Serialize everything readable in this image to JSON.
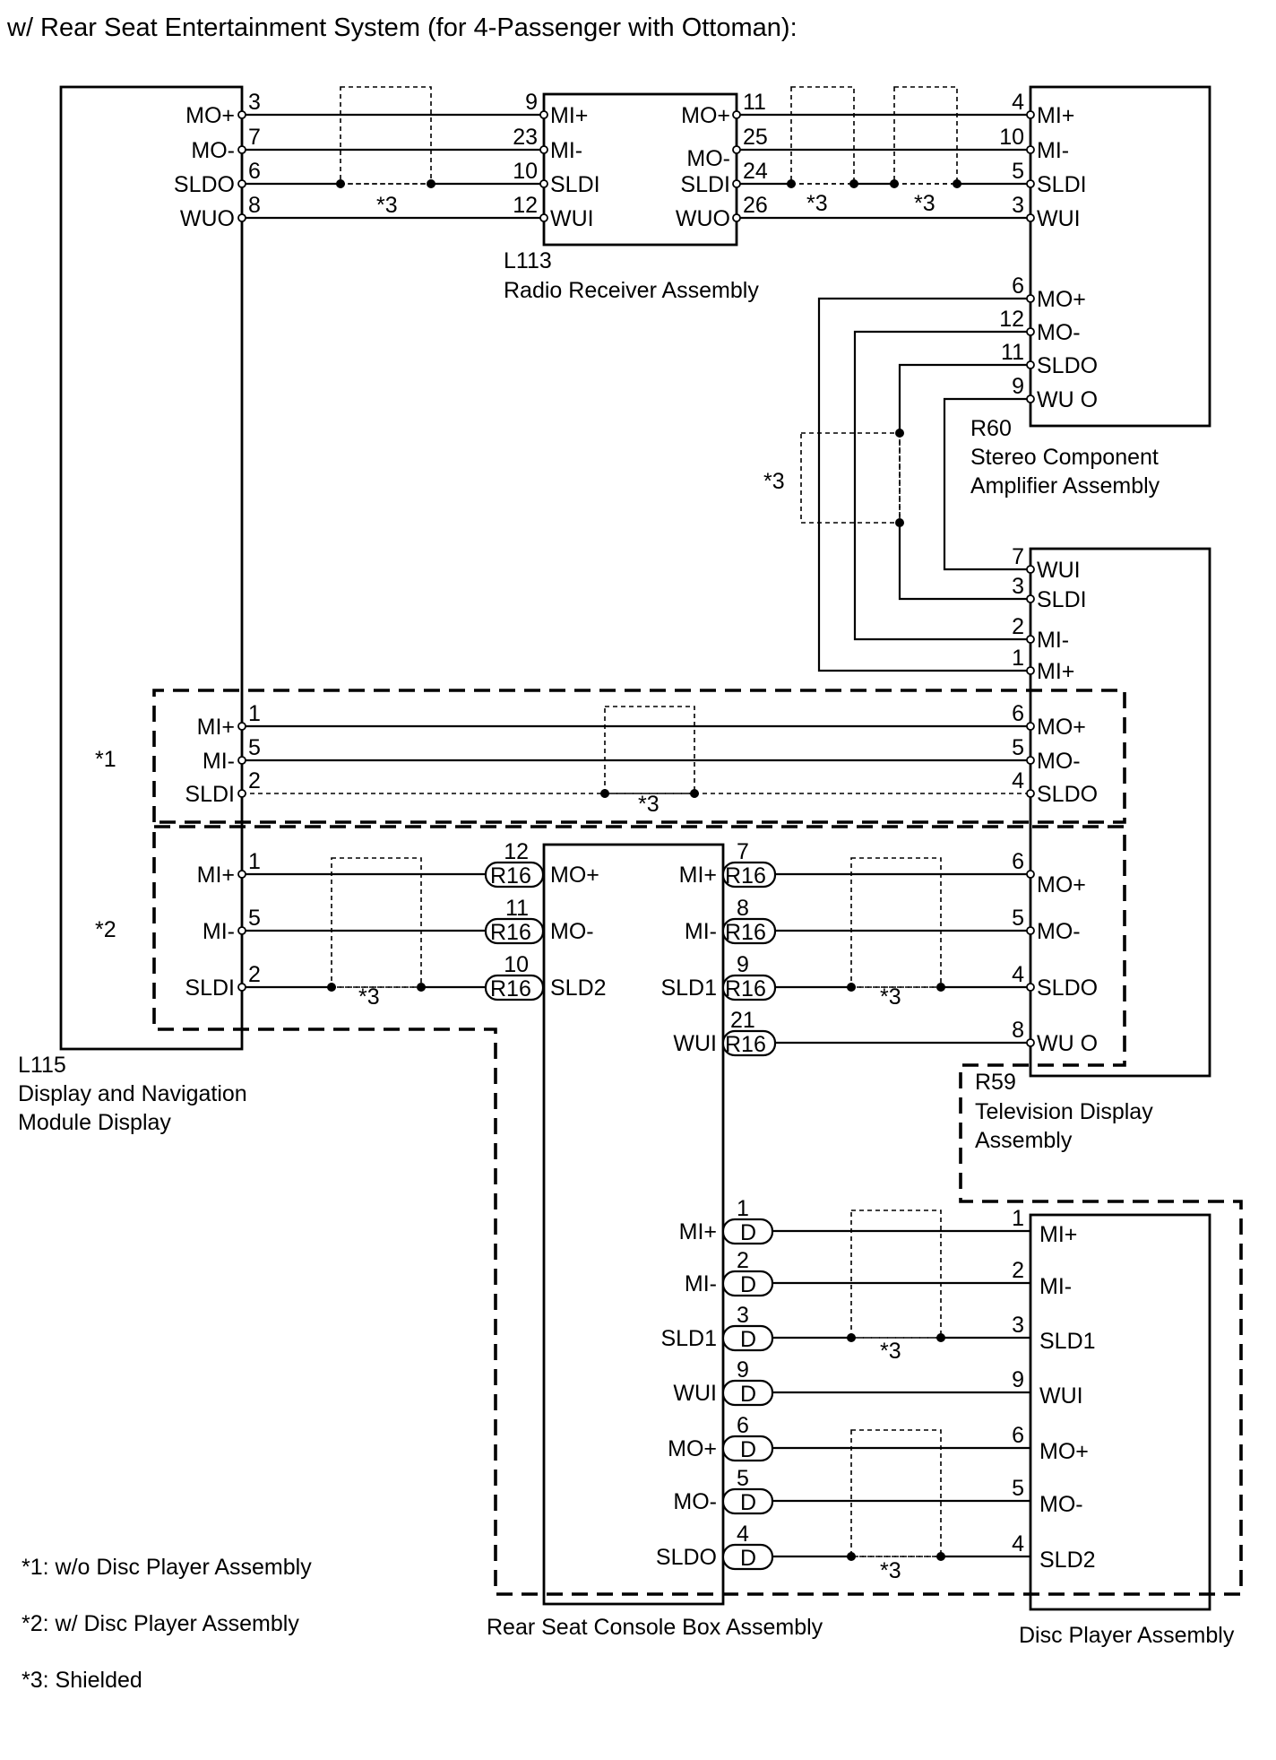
{
  "title": "w/ Rear Seat Entertainment System (for 4-Passenger with Ottoman):",
  "components": {
    "l115": {
      "code": "L115",
      "name1": "Display and Navigation",
      "name2": "Module Display"
    },
    "l113": {
      "code": "L113",
      "name": "Radio Receiver Assembly"
    },
    "r60": {
      "code": "R60",
      "name1": "Stereo Component",
      "name2": "Amplifier Assembly"
    },
    "r59": {
      "code": "R59",
      "name1": "Television Display",
      "name2": "Assembly"
    },
    "console": {
      "name": "Rear Seat Console Box Assembly"
    },
    "disc": {
      "name": "Disc Player Assembly"
    }
  },
  "connectors": {
    "r16": "R16",
    "d": "D"
  },
  "shield_mark": "*3",
  "option_marks": {
    "opt1": "*1",
    "opt2": "*2"
  },
  "notes": {
    "n1": "*1: w/o Disc Player Assembly",
    "n2": "*2: w/ Disc Player Assembly",
    "n3": "*3: Shielded"
  },
  "pins": {
    "l115_top": [
      {
        "label": "MO+",
        "pin": "3"
      },
      {
        "label": "MO-",
        "pin": "7"
      },
      {
        "label": "SLDO",
        "pin": "6"
      },
      {
        "label": "WUO",
        "pin": "8"
      }
    ],
    "l113_left": [
      {
        "label": "MI+",
        "pin": "9"
      },
      {
        "label": "MI-",
        "pin": "23"
      },
      {
        "label": "SLDI",
        "pin": "10"
      },
      {
        "label": "WUI",
        "pin": "12"
      }
    ],
    "l113_right": [
      {
        "label": "MO+",
        "pin": "11"
      },
      {
        "label": "MO-",
        "pin": "25"
      },
      {
        "label": "SLDI",
        "pin": "24"
      },
      {
        "label": "WUO",
        "pin": "26"
      }
    ],
    "r60_in": [
      {
        "label": "MI+",
        "pin": "4"
      },
      {
        "label": "MI-",
        "pin": "10"
      },
      {
        "label": "SLDI",
        "pin": "5"
      },
      {
        "label": "WUI",
        "pin": "3"
      }
    ],
    "r60_out": [
      {
        "label": "MO+",
        "pin": "6"
      },
      {
        "label": "MO-",
        "pin": "12"
      },
      {
        "label": "SLDO",
        "pin": "11"
      },
      {
        "label": "WU O",
        "pin": "9"
      }
    ],
    "r59_in": [
      {
        "label": "WUI",
        "pin": "7"
      },
      {
        "label": "SLDI",
        "pin": "3"
      },
      {
        "label": "MI-",
        "pin": "2"
      },
      {
        "label": "MI+",
        "pin": "1"
      }
    ],
    "l115_opt1": [
      {
        "label": "MI+",
        "pin": "1"
      },
      {
        "label": "MI-",
        "pin": "5"
      },
      {
        "label": "SLDI",
        "pin": "2"
      }
    ],
    "r59_opt1": [
      {
        "label": "MO+",
        "pin": "6"
      },
      {
        "label": "MO-",
        "pin": "5"
      },
      {
        "label": "SLDO",
        "pin": "4"
      }
    ],
    "l115_opt2": [
      {
        "label": "MI+",
        "pin": "1"
      },
      {
        "label": "MI-",
        "pin": "5"
      },
      {
        "label": "SLDI",
        "pin": "2"
      }
    ],
    "console_left": [
      {
        "label": "MO+",
        "pin": "12"
      },
      {
        "label": "MO-",
        "pin": "11"
      },
      {
        "label": "SLD2",
        "pin": "10"
      }
    ],
    "console_right_r16": [
      {
        "label": "MI+",
        "pin": "7"
      },
      {
        "label": "MI-",
        "pin": "8"
      },
      {
        "label": "SLD1",
        "pin": "9"
      },
      {
        "label": "WUI",
        "pin": "21"
      }
    ],
    "r59_opt2": [
      {
        "label": "MO+",
        "pin": "6"
      },
      {
        "label": "MO-",
        "pin": "5"
      },
      {
        "label": "SLDO",
        "pin": "4"
      },
      {
        "label": "WU O",
        "pin": "8"
      }
    ],
    "console_right_d": [
      {
        "label": "MI+",
        "pin": "1"
      },
      {
        "label": "MI-",
        "pin": "2"
      },
      {
        "label": "SLD1",
        "pin": "3"
      },
      {
        "label": "WUI",
        "pin": "9"
      },
      {
        "label": "MO+",
        "pin": "6"
      },
      {
        "label": "MO-",
        "pin": "5"
      },
      {
        "label": "SLDO",
        "pin": "4"
      }
    ],
    "disc": [
      {
        "label": "MI+",
        "pin": "1"
      },
      {
        "label": "MI-",
        "pin": "2"
      },
      {
        "label": "SLD1",
        "pin": "3"
      },
      {
        "label": "WUI",
        "pin": "9"
      },
      {
        "label": "MO+",
        "pin": "6"
      },
      {
        "label": "MO-",
        "pin": "5"
      },
      {
        "label": "SLD2",
        "pin": "4"
      }
    ]
  }
}
